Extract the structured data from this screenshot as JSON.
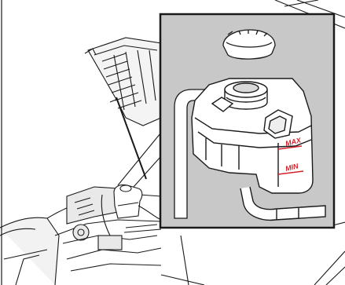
{
  "illustration": {
    "scene": "engine-bay-coolant-reservoir",
    "labels": {
      "max": "MAX",
      "min": "MIN"
    }
  },
  "colors": {
    "line": "#1a1a1a",
    "inset_background": "#c8c8c8",
    "reservoir": "#ffffff",
    "level_marks": "#d4202a",
    "engine_tint": "#e9e9e9"
  }
}
